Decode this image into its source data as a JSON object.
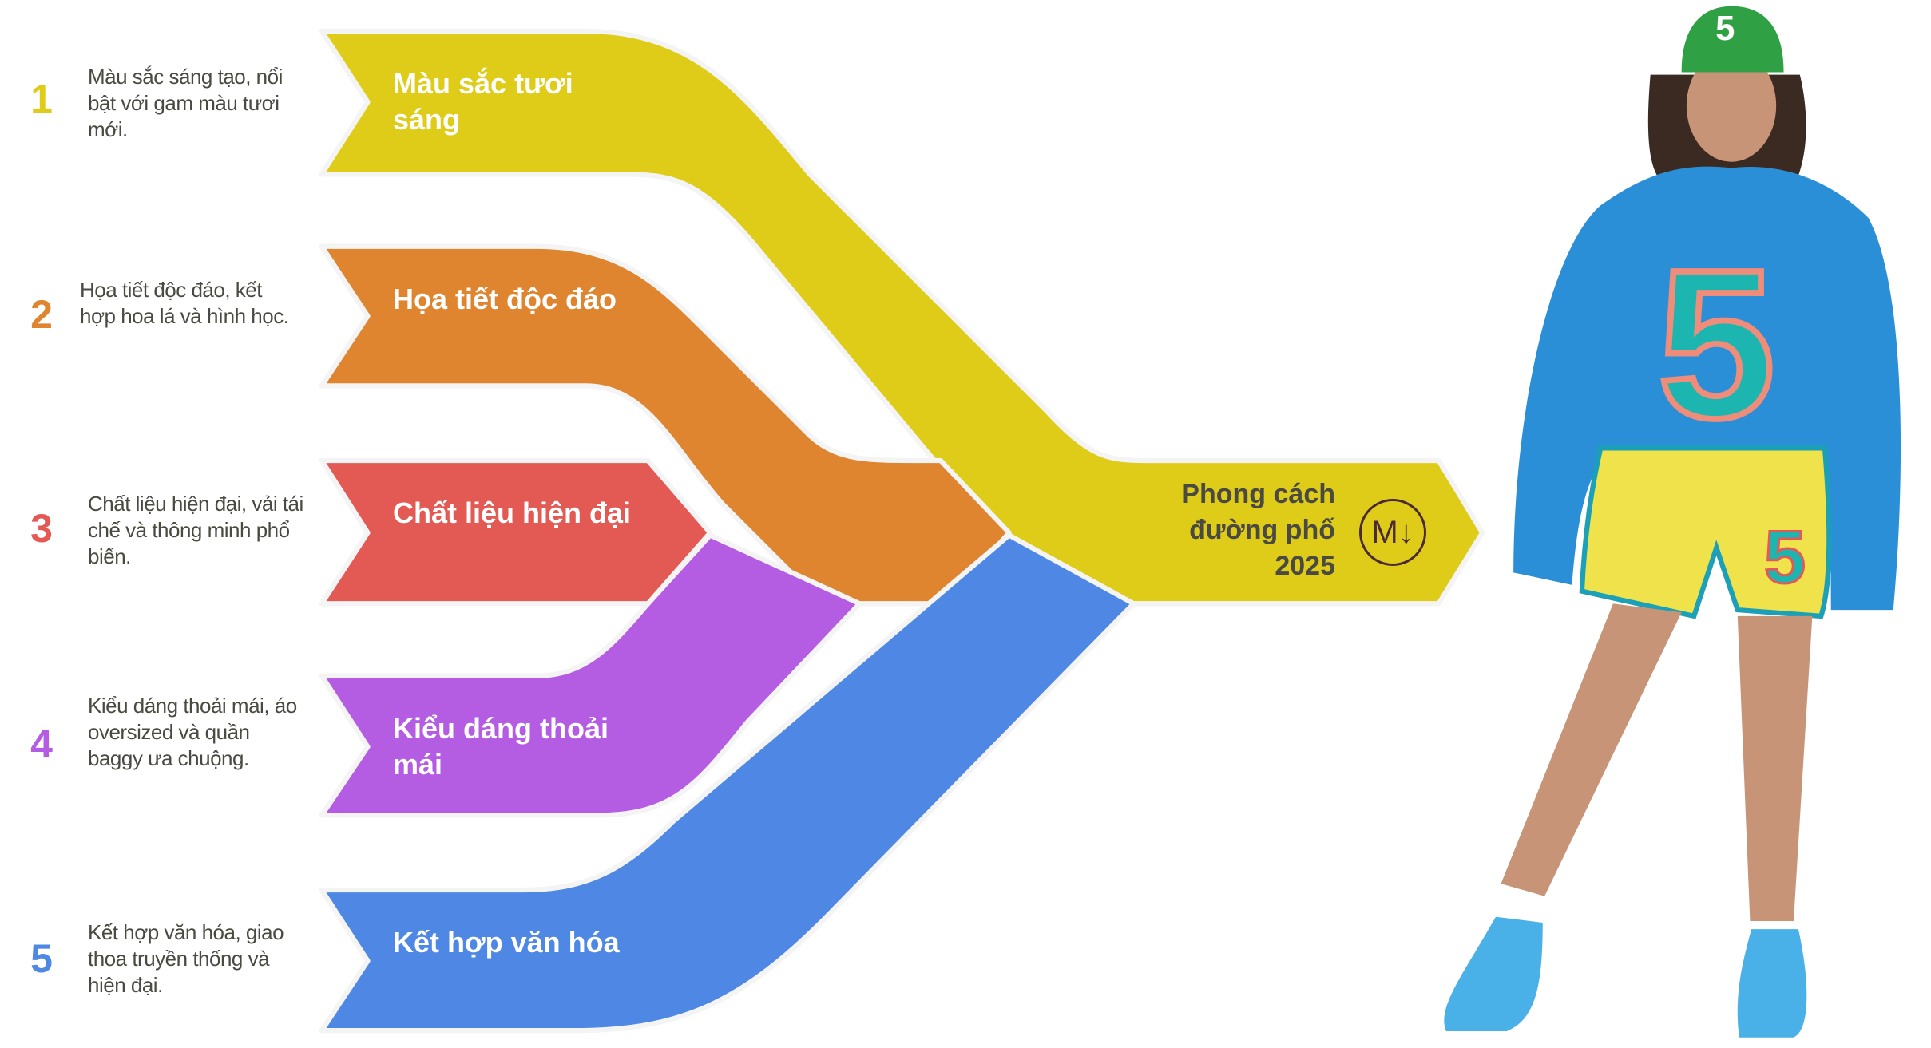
{
  "items": [
    {
      "number": "1",
      "label": "Màu sắc tươi sáng",
      "description": "Màu sắc sáng tạo, nổi bật với gam màu tươi mới.",
      "color": "#dfcc18"
    },
    {
      "number": "2",
      "label": "Họa tiết độc đáo",
      "description": "Họa tiết độc đáo, kết hợp hoa lá và hình học.",
      "color": "#df8530"
    },
    {
      "number": "3",
      "label": "Chất liệu hiện đại",
      "description": "Chất liệu hiện đại, vải tái chế và thông minh phổ biến.",
      "color": "#e35a55"
    },
    {
      "number": "4",
      "label": "Kiểu dáng thoải mái",
      "description": "Kiểu dáng thoải mái, áo oversized và quần baggy ưa chuộng.",
      "color": "#b45de3"
    },
    {
      "number": "5",
      "label": "Kết hợp văn hóa",
      "description": "Kết hợp văn hóa, giao thoa truyền thống và hiện đại.",
      "color": "#4e88e4"
    }
  ],
  "goal": {
    "label": "Phong cách đường phố 2025",
    "icon": "markdown-icon",
    "icon_text": "M↓"
  },
  "photo": {
    "cap_number": "5",
    "shirt_number": "5",
    "shorts_number": "5"
  }
}
